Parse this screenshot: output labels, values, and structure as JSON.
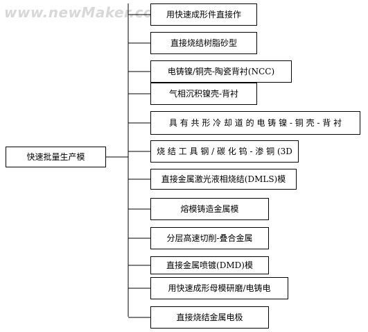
{
  "watermark": "www.newMaker.com",
  "root": {
    "label": "快速批量生产模"
  },
  "children": [
    {
      "label": "用快速成形件直接作"
    },
    {
      "label": "直接烧结树脂砂型"
    },
    {
      "label": "电铸镍/铜壳-陶瓷背衬(NCC)"
    },
    {
      "label": "气相沉积镍壳-背衬"
    },
    {
      "label": "具 有 共 形 冷 却 道 的 电 铸 镍 - 铜 壳 - 背 衬"
    },
    {
      "label": "烧 结 工 具 钢 / 碳 化 钨 - 渗 铜 (3D"
    },
    {
      "label": "直接金属激光液相烧结(DMLS)模"
    },
    {
      "label": "熔模铸造金属模"
    },
    {
      "label": "分层高速切削-叠合金属"
    },
    {
      "label": "直接金属喷镀(DMD)模"
    },
    {
      "label": "用快速成形母模研磨/电铸电"
    },
    {
      "label": "直接烧结金属电极"
    }
  ]
}
